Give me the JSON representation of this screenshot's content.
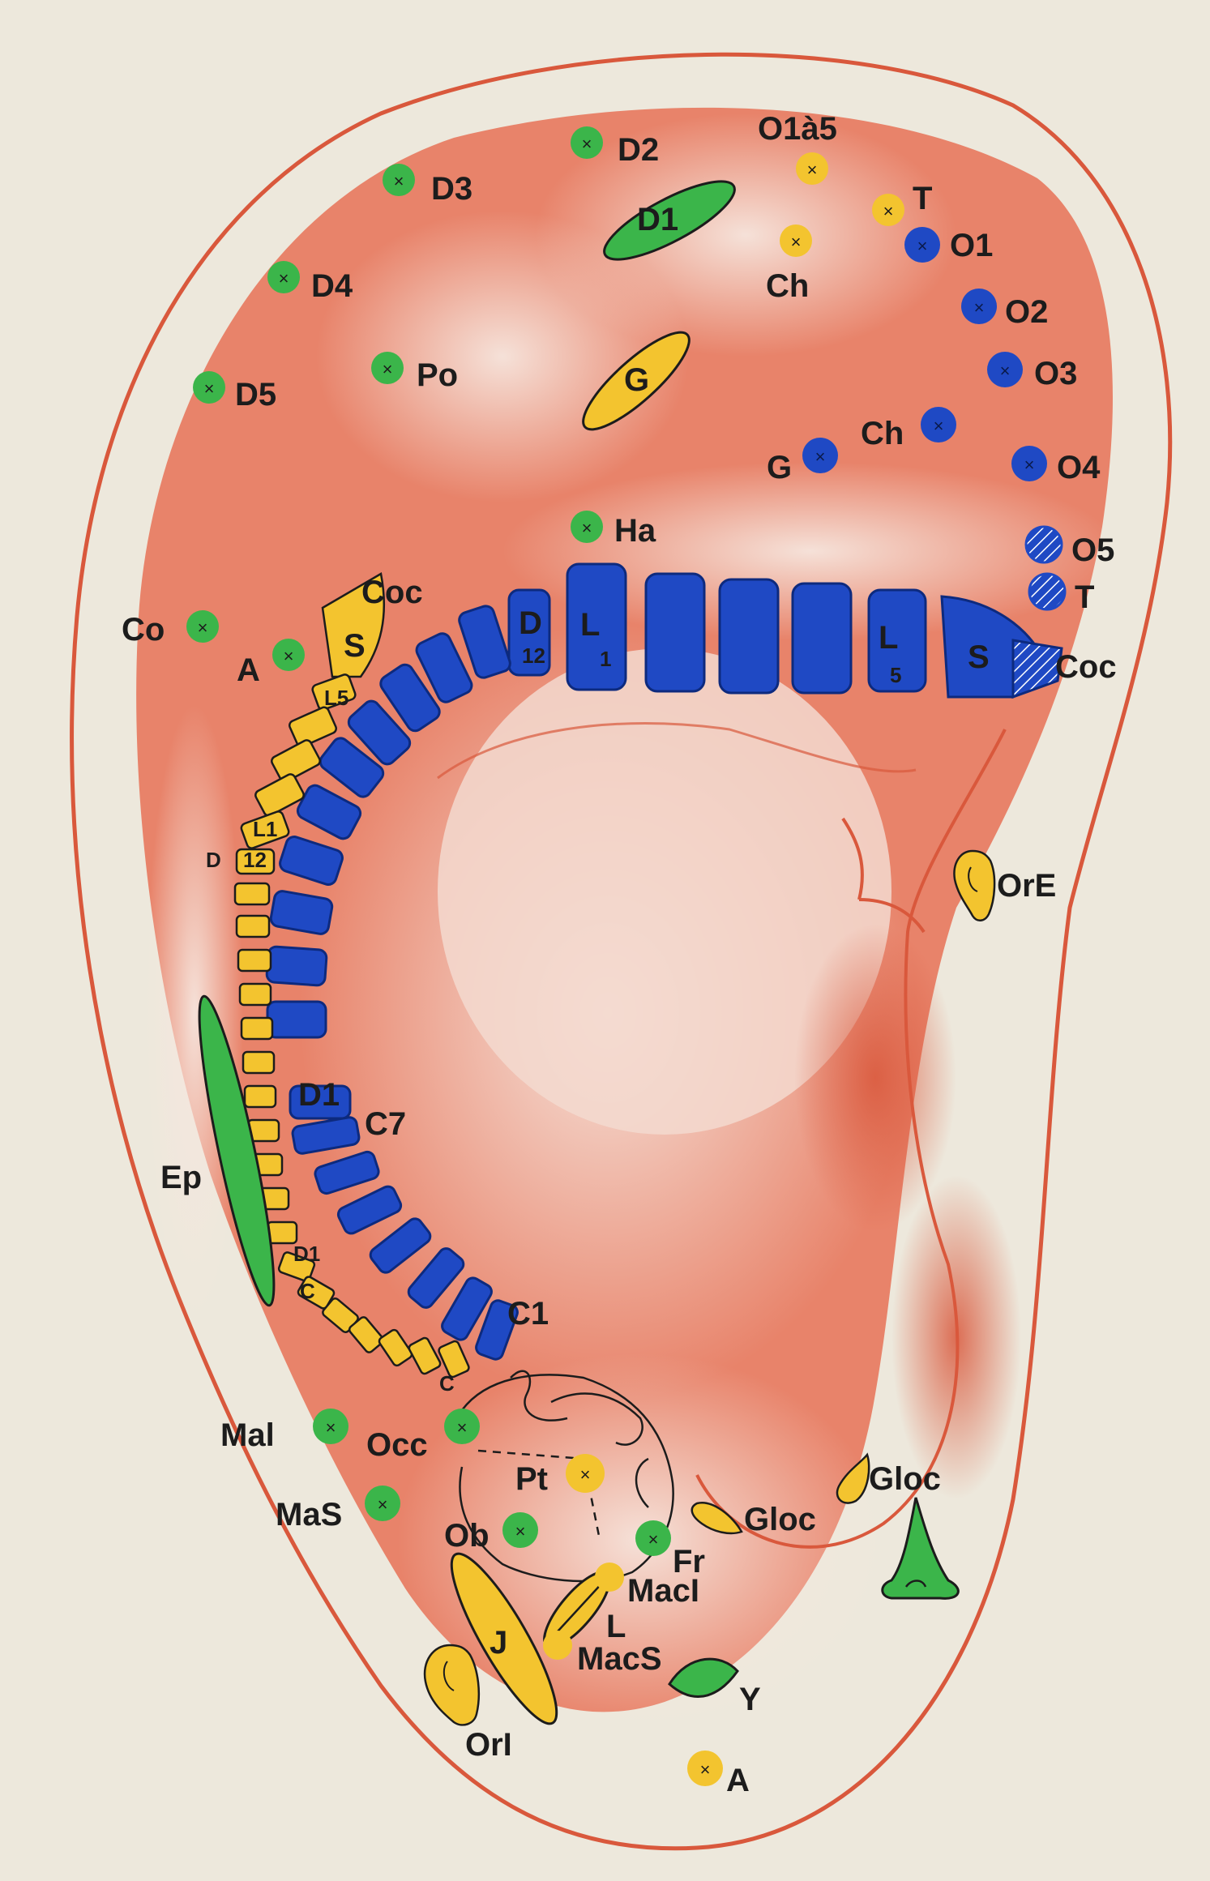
{
  "colors": {
    "background": "#ede8dc",
    "ear_outline": "#d9583c",
    "ear_fill": "#e8836a",
    "ear_light": "#f3d9cf",
    "green": "#3bb54a",
    "yellow": "#f3c42f",
    "blue": "#1f49c4"
  },
  "icons": {
    "marker": "circle-cross-icon",
    "ear": "ear-icon",
    "nose": "nose-icon"
  },
  "labels": {
    "o1a5": "O1à5",
    "t_top": "T",
    "ch_top": "Ch",
    "d2": "D2",
    "d3": "D3",
    "d1": "D1",
    "o1": "O1",
    "d4": "D4",
    "o2": "O2",
    "d5": "D5",
    "po": "Po",
    "g_yellow": "G",
    "o3": "O3",
    "ch_blue": "Ch",
    "g_blue": "G",
    "o4": "O4",
    "ha": "Ha",
    "o5": "O5",
    "t_blue": "T",
    "coc_left": "Coc",
    "co": "Co",
    "a_upper": "A",
    "s_yellow": "S",
    "d_spine": "D",
    "d_spine_sub": "12",
    "l1_spine": "L",
    "l1_sub": "1",
    "l5_spine": "L",
    "l5_sub": "5",
    "s_blue": "S",
    "coc_right": "Coc",
    "l5_yellow": "L5",
    "l1_yellow": "L1",
    "d_yellow": "D",
    "d12_yellow": "12",
    "ore": "OrE",
    "d1_blue": "D1",
    "c7": "C7",
    "ep": "Ep",
    "d1_yellow": "D1",
    "c_small": "C",
    "c1": "C1",
    "c_small2": "C",
    "mal": "Mal",
    "occ": "Occ",
    "pt": "Pt",
    "gloc_right": "Gloc",
    "mas": "MaS",
    "gloc_left": "Gloc",
    "ob": "Ob",
    "fr": "Fr",
    "macl": "MacI",
    "l_small": "L",
    "j": "J",
    "macs": "MacS",
    "y": "Y",
    "ori": "OrI",
    "a_lower": "A"
  }
}
